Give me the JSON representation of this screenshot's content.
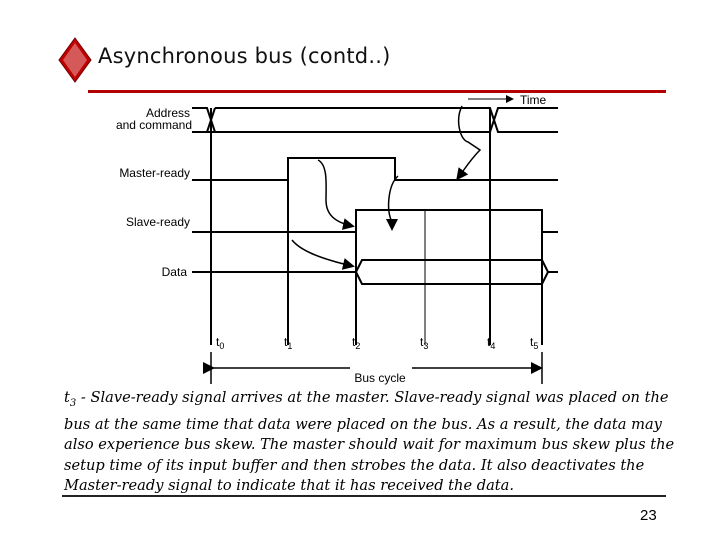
{
  "slide": {
    "title": "Asynchronous bus (contd..)",
    "page_number": "23",
    "accent_color": "#c00000"
  },
  "diagram": {
    "time_label": "Time",
    "signals": {
      "address_line1": "Address",
      "address_line2": "and command",
      "master_ready": "Master-ready",
      "slave_ready": "Slave-ready",
      "data": "Data"
    },
    "time_points": [
      {
        "name": "t",
        "sub": "0"
      },
      {
        "name": "t",
        "sub": "1"
      },
      {
        "name": "t",
        "sub": "2"
      },
      {
        "name": "t",
        "sub": "3"
      },
      {
        "name": "t",
        "sub": "4"
      },
      {
        "name": "t",
        "sub": "5"
      }
    ],
    "bus_cycle_label": "Bus cycle"
  },
  "caption": {
    "sub_t": "t",
    "sub_index": "3",
    "text": " - Slave-ready signal arrives at the master. Slave-ready signal was placed on the bus at the same time that data were placed on the bus. As a result, the data may also experience bus skew. The master should wait for maximum bus skew plus the setup time of its input buffer and then strobes the data. It also deactivates the Master-ready signal to indicate that it has received the data."
  }
}
